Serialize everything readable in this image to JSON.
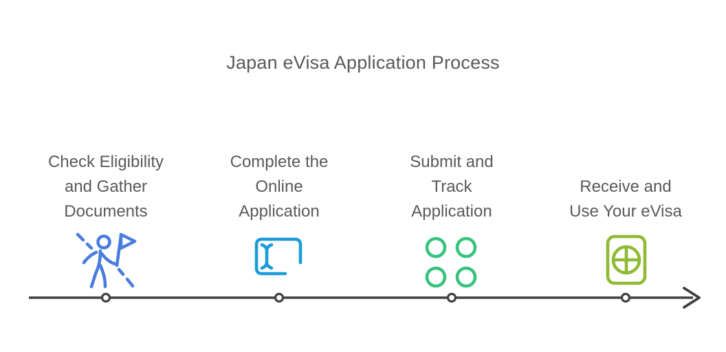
{
  "title": "Japan eVisa Application Process",
  "steps": [
    {
      "label": "Check Eligibility and Gather Documents",
      "lines": [
        "Check Eligibility",
        "and Gather",
        "Documents"
      ],
      "icon": "hiker-with-flag-icon",
      "color": "#4a7ce0"
    },
    {
      "label": "Complete the Online Application",
      "lines": [
        "Complete the",
        "Online",
        "Application"
      ],
      "icon": "text-input-cursor-icon",
      "color": "#1b9cd9"
    },
    {
      "label": "Submit and Track Application",
      "lines": [
        "Submit and",
        "Track",
        "Application"
      ],
      "icon": "four-circles-icon",
      "color": "#36c37d"
    },
    {
      "label": "Receive and Use Your eVisa",
      "lines": [
        "Receive and",
        "Use Your eVisa"
      ],
      "icon": "passport-globe-icon",
      "color": "#8fba35"
    }
  ],
  "timeline": {
    "color": "#3f4041",
    "marker_fill": "#ffffff",
    "marker_count": 4
  },
  "text_color": "#58595b"
}
